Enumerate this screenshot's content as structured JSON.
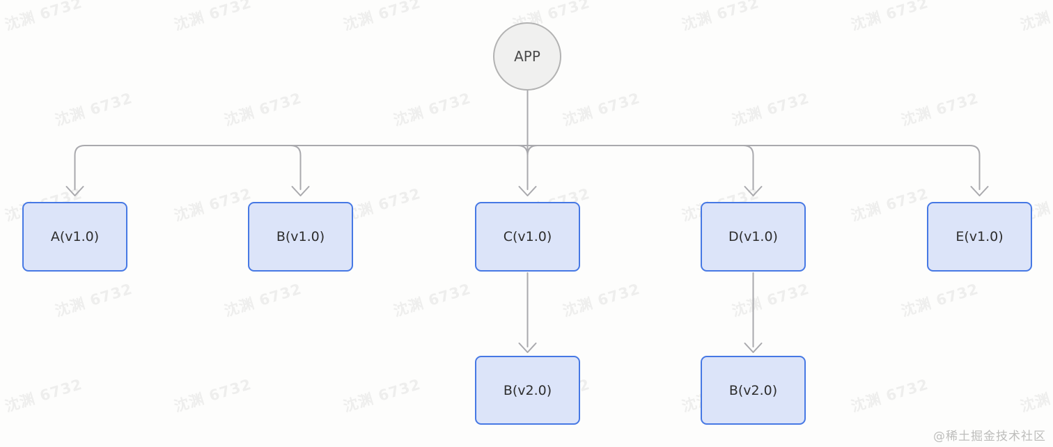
{
  "watermark": {
    "tile_text": "沈渊 6732",
    "credit_text": "@稀土掘金技术社区"
  },
  "colors": {
    "node_fill": "#dce4f9",
    "node_border": "#4678e4",
    "root_fill": "#f0f0ef",
    "root_border": "#b2b2b2",
    "edge_gray": "#a9a9ad",
    "node_text": "#2d2d2d",
    "credit_text_color": "#bdbdbb"
  },
  "diagram": {
    "type": "dependency-tree",
    "root": {
      "label": "APP"
    },
    "level1": [
      {
        "label": "A(v1.0)"
      },
      {
        "label": "B(v1.0)"
      },
      {
        "label": "C(v1.0)"
      },
      {
        "label": "D(v1.0)"
      },
      {
        "label": "E(v1.0)"
      }
    ],
    "level2": [
      {
        "label": "B(v2.0)",
        "parent": "C(v1.0)"
      },
      {
        "label": "B(v2.0)",
        "parent": "D(v1.0)"
      }
    ],
    "edges": [
      [
        "APP",
        "A(v1.0)"
      ],
      [
        "APP",
        "B(v1.0)"
      ],
      [
        "APP",
        "C(v1.0)"
      ],
      [
        "APP",
        "D(v1.0)"
      ],
      [
        "APP",
        "E(v1.0)"
      ],
      [
        "C(v1.0)",
        "B(v2.0)"
      ],
      [
        "D(v1.0)",
        "B(v2.0)"
      ]
    ]
  }
}
